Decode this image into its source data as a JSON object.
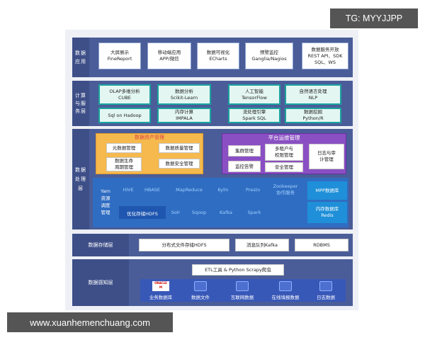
{
  "watermark_top_right": "TG: MYYJJPP",
  "watermark_bottom_left": "www.xuanhemenchuang.com",
  "layers": {
    "data_app": {
      "label": "数据\n应用",
      "items": [
        {
          "line1": "大屏展示",
          "line2": "FineReport"
        },
        {
          "line1": "移动端应用",
          "line2": "APP/微信"
        },
        {
          "line1": "数据可视化",
          "line2": "ECharts"
        },
        {
          "line1": "预警监控",
          "line2": "Ganglia/Nagios"
        },
        {
          "line1": "数据服务开放",
          "line2": "REST API、SDK",
          "line3": "SQL、WS"
        }
      ]
    },
    "compute": {
      "label": "计算\n与服\n务层",
      "top": [
        {
          "line1": "OLAP多维分析",
          "line2": "CUBE"
        },
        {
          "line1": "数据分析",
          "line2": "Scikit-Learn"
        },
        {
          "line1": "人工智能",
          "line2": "TensorFlow"
        },
        {
          "line1": "自然语言处理",
          "line2": "NLP"
        }
      ],
      "bottom": [
        {
          "line1": "Sql on Hadoop"
        },
        {
          "line1": "内存计算",
          "line2": "IMPALA"
        },
        {
          "line1": "流处理引擎",
          "line2": "Spark SQL"
        },
        {
          "line1": "数据挖掘",
          "line2": "Python/R"
        }
      ]
    },
    "processing": {
      "label": "数据\n处理\n层",
      "asset_group": {
        "title": "数据资产管理",
        "items": [
          "元数据管理",
          "数据质量管理",
          "数据生命\n周期管理",
          "数据安全管理"
        ]
      },
      "ops_group": {
        "title": "平台运维管理",
        "items": [
          "集群管理",
          "多租户与\n权限管理",
          "日志与审\n计管理",
          "监控告警",
          "安全管理"
        ]
      },
      "yarn": "Yarn\n资源\n调度\n管理",
      "row1": [
        "HIVE",
        "HBASE",
        "MapReduce",
        "Kylin",
        "Presto",
        "Zookeeper\n协作服务"
      ],
      "row2": [
        "优化存储HDFS",
        "Solr",
        "Sqoop",
        "Kafka",
        "Spark"
      ],
      "mpp": "MPP数据库",
      "inmem": "内存数据库\nRedis"
    },
    "storage": {
      "label": "数据存储层",
      "items": [
        "分布式文件存储HDFS",
        "消息队列Kafka",
        "RDBMS"
      ]
    },
    "perception": {
      "label": "数据感知层",
      "etl": "ETL工具 & Python Scrapy爬虫",
      "oracle_logo": "ORACLE\nM",
      "sources": [
        "业务数据库",
        "数据文件",
        "互联网数据",
        "在线填报数据",
        "日志数据"
      ]
    }
  },
  "colors": {
    "row_bg": "#4a5d98",
    "label_bg": "#3e4f88",
    "asset_group": "#f5b94d",
    "ops_group": "#8a4fc3",
    "compute_box": "#1ba3a0",
    "processing_blue": "#2f6dc2",
    "side_blue": "#1e8fd8"
  }
}
